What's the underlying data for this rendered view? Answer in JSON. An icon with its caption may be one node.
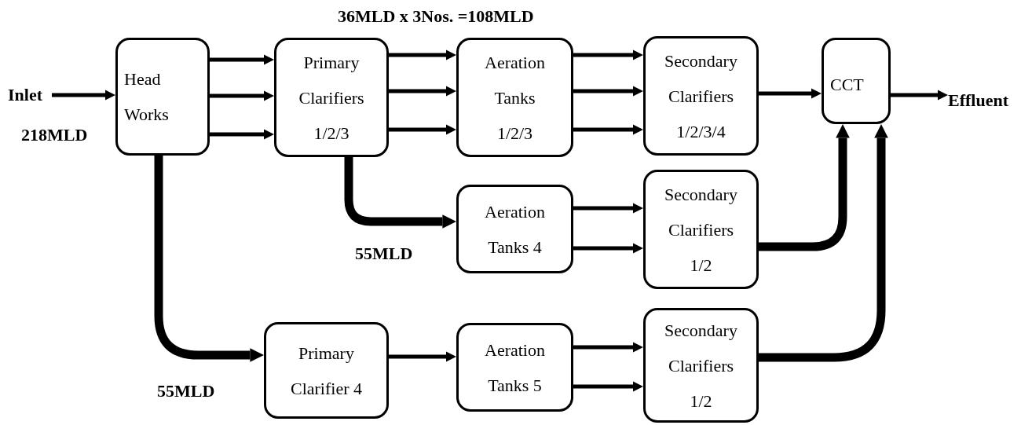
{
  "diagram": {
    "nodes": [
      {
        "text": [
          "Inlet"
        ]
      },
      {
        "text": [
          "Head Works"
        ]
      },
      {
        "text": [
          "Primary Clarifiers 1/2/3"
        ]
      },
      {
        "text": [
          "Aeration Tanks 1/2/3"
        ]
      },
      {
        "text": [
          "Secondary Clarifiers 1/2/3/4"
        ]
      },
      {
        "text": [
          "CCT"
        ]
      },
      {
        "text": [
          "Effluent"
        ]
      },
      {
        "text": [
          "Aeration Tanks 4"
        ]
      },
      {
        "text": [
          "Secondary Clarifiers 1/2"
        ]
      },
      {
        "text": [
          "Primary Clarifier 4"
        ]
      },
      {
        "text": [
          "Aeration Tanks 5"
        ]
      },
      {
        "text": [
          "Secondary Clarifiers 1/2"
        ]
      }
    ],
    "edges": [
      {
        "from": 0,
        "to": 1,
        "arrow": "to"
      },
      {
        "from": 1,
        "to": 2,
        "arrow": "to"
      },
      {
        "from": 1,
        "to": 2,
        "arrow": "to"
      },
      {
        "from": 1,
        "to": 2,
        "arrow": "to"
      },
      {
        "from": 2,
        "to": 3,
        "arrow": "to"
      },
      {
        "from": 2,
        "to": 3,
        "arrow": "to"
      },
      {
        "from": 2,
        "to": 3,
        "arrow": "to"
      },
      {
        "from": 3,
        "to": 4,
        "arrow": "to"
      },
      {
        "from": 3,
        "to": 4,
        "arrow": "to"
      },
      {
        "from": 3,
        "to": 4,
        "arrow": "to"
      },
      {
        "from": 4,
        "to": 5,
        "arrow": "to"
      },
      {
        "from": 5,
        "to": 6,
        "arrow": "to"
      },
      {
        "from": 1,
        "to": 9,
        "arrow": "to",
        "style": "thick"
      },
      {
        "from": 2,
        "to": 7,
        "arrow": "to",
        "style": "thick"
      },
      {
        "from": 7,
        "to": 8,
        "arrow": "to"
      },
      {
        "from": 7,
        "to": 8,
        "arrow": "to"
      },
      {
        "from": 9,
        "to": 10,
        "arrow": "to"
      },
      {
        "from": 10,
        "to": 11,
        "arrow": "to"
      },
      {
        "from": 10,
        "to": 11,
        "arrow": "to"
      },
      {
        "from": 8,
        "to": 5,
        "arrow": "to",
        "style": "thick"
      },
      {
        "from": 11,
        "to": 5,
        "arrow": "to",
        "style": "thick"
      }
    ],
    "labels": [
      "36MLD x 3Nos. =108MLD",
      "218MLD",
      "55MLD",
      "55MLD"
    ]
  }
}
